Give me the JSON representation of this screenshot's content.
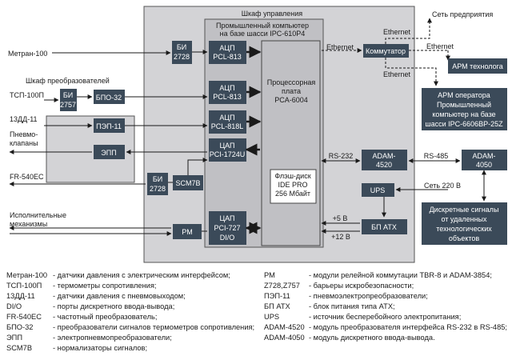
{
  "cabinet_control": {
    "title": "Шкаф управления"
  },
  "industrial_pc": {
    "title_line1": "Промышленный компьютер",
    "title_line2": "на базе шасси IPC-610P4"
  },
  "cpu_board": {
    "line1": "Процессорная",
    "line2": "плата",
    "line3": "PCA-6004"
  },
  "flash_disk": {
    "line1": "Флэш-диск",
    "line2": "IDE PRO",
    "line3": "256 Мбайт"
  },
  "cards": [
    {
      "line1": "АЦП",
      "line2": "PCL-813"
    },
    {
      "line1": "АЦП",
      "line2": "PCL-813"
    },
    {
      "line1": "АЦП",
      "line2": "PCL-818L"
    },
    {
      "line1": "ЦАП",
      "line2": "PCI-1724U"
    },
    {
      "line1": "ЦАП",
      "line2": "PCI-727",
      "line3": "DI/O"
    }
  ],
  "bi_top": {
    "line1": "БИ",
    "line2": "2728"
  },
  "bi_bottom": {
    "line1": "БИ",
    "line2": "2728"
  },
  "scm7b": {
    "label": "SCM7B"
  },
  "rm": {
    "label": "РМ"
  },
  "switch": {
    "label": "Коммутатор"
  },
  "adam4520": {
    "line1": "ADAM-",
    "line2": "4520"
  },
  "adam4050": {
    "line1": "ADAM-",
    "line2": "4050"
  },
  "ups": {
    "label": "UPS"
  },
  "psu": {
    "label": "БП АТХ"
  },
  "cabinet_converters": {
    "title": "Шкаф преобразователей"
  },
  "bi_2757": {
    "line1": "БИ",
    "line2": "2757"
  },
  "bpo32": {
    "label": "БПО-32"
  },
  "pep11": {
    "label": "ПЭП-11"
  },
  "epp": {
    "label": "ЭПП"
  },
  "arm_tech": {
    "label": "АРМ технолога"
  },
  "arm_operator": {
    "line1": "АРМ оператора",
    "line2": "Промышленный",
    "line3": "компьютер на базе",
    "line4": "шасси IPC-6606BP-25Z"
  },
  "discrete_signals": {
    "line1": "Дискретные сигналы",
    "line2": "от удаленных",
    "line3": "технологических",
    "line4": "объектов"
  },
  "external_labels": {
    "metran": "Метран-100",
    "tsp": "ТСП-100П",
    "d13": "13ДД-11",
    "pneumo_line1": "Пневмо-",
    "pneumo_line2": "клапаны",
    "fr540": "FR-540EC",
    "actuators_line1": "Исполнительные",
    "actuators_line2": "механизмы",
    "enterprise_net": "Сеть предприятия",
    "ethernet": "Ethernet",
    "rs232": "RS-232",
    "rs485": "RS-485",
    "mains": "Сеть 220 В",
    "plus5": "+5 В",
    "plus12": "+12 В"
  },
  "legend": {
    "left": [
      {
        "abbr": "Метран-100",
        "desc": "- датчики давления с электрическим интерфейсом;"
      },
      {
        "abbr": "ТСП-100П",
        "desc": "- термометры сопротивления;"
      },
      {
        "abbr": "13ДД-11",
        "desc": "- датчики давления с пневмовыходом;"
      },
      {
        "abbr": "DI/O",
        "desc": "- порты дискретного ввода-вывода;"
      },
      {
        "abbr": "FR-540EC",
        "desc": "- частотный преобразователь;"
      },
      {
        "abbr": "БПО-32",
        "desc": "- преобразователи сигналов термометров сопротивления;"
      },
      {
        "abbr": "ЭПП",
        "desc": "- электропневмопреобразователи;"
      },
      {
        "abbr": "SCM7B",
        "desc": "- нормализаторы сигналов;"
      }
    ],
    "right": [
      {
        "abbr": "РМ",
        "desc": "- модули релейной коммутации TBR-8 и ADAM-3854;"
      },
      {
        "abbr": "Z728,Z757",
        "desc": "- барьеры искробезопасности;"
      },
      {
        "abbr": "ПЭП-11",
        "desc": "- пневмоэлектропреобразователи;"
      },
      {
        "abbr": "БП АТХ",
        "desc": "- блок питания типа АТХ;"
      },
      {
        "abbr": "UPS",
        "desc": "- источник бесперебойного электропитания;"
      },
      {
        "abbr": "ADAM-4520",
        "desc": "- модуль преобразователя интерфейса RS-232 в RS-485;"
      },
      {
        "abbr": "ADAM-4050",
        "desc": "- модуль дискретного ввода-вывода."
      }
    ]
  },
  "colors": {
    "dark_box": "#3b4a59",
    "panel": "#d3d3d6",
    "inner_panel": "#c0c0c4",
    "line": "#1a1a1a"
  }
}
